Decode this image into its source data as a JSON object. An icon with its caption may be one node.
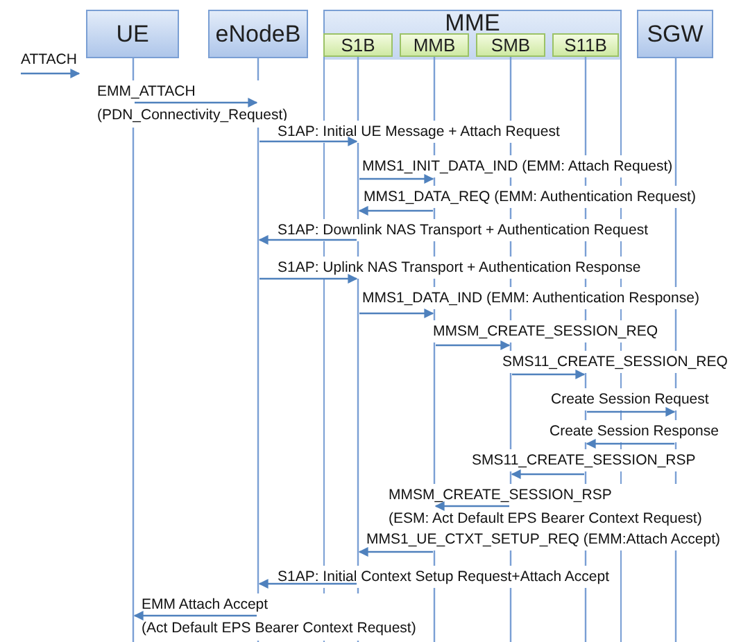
{
  "diagram": {
    "nodes": [
      {
        "text": [
          "UE"
        ]
      },
      {
        "text": [
          "eNodeB"
        ]
      },
      {
        "text": [
          "MME"
        ]
      },
      {
        "text": [
          "S1B"
        ],
        "in": 2
      },
      {
        "text": [
          "MMB"
        ],
        "in": 2
      },
      {
        "text": [
          "SMB"
        ],
        "in": 2
      },
      {
        "text": [
          "S11B"
        ],
        "in": 2
      },
      {
        "text": [
          "SGW"
        ]
      }
    ],
    "edges": [
      {
        "from": null,
        "to": 0,
        "arrow": "to",
        "label": "ATTACH"
      },
      {
        "from": 0,
        "to": 1,
        "arrow": "to",
        "label": "EMM_ATTACH (PDN_Connectivity_Request)"
      },
      {
        "from": 1,
        "to": 3,
        "arrow": "to",
        "label": "S1AP: Initial UE Message + Attach Request"
      },
      {
        "from": 3,
        "to": 4,
        "arrow": "to",
        "label": "MMS1_INIT_DATA_IND (EMM: Attach Request)"
      },
      {
        "from": 4,
        "to": 3,
        "arrow": "to",
        "label": "MMS1_DATA_REQ (EMM: Authentication Request)"
      },
      {
        "from": 3,
        "to": 1,
        "arrow": "to",
        "label": "S1AP: Downlink NAS Transport + Authentication Request"
      },
      {
        "from": 1,
        "to": 3,
        "arrow": "to",
        "label": "S1AP: Uplink NAS Transport + Authentication Response"
      },
      {
        "from": 3,
        "to": 4,
        "arrow": "to",
        "label": "MMS1_DATA_IND (EMM: Authentication Response)"
      },
      {
        "from": 4,
        "to": 5,
        "arrow": "to",
        "label": "MMSM_CREATE_SESSION_REQ"
      },
      {
        "from": 5,
        "to": 6,
        "arrow": "to",
        "label": "SMS11_CREATE_SESSION_REQ"
      },
      {
        "from": 6,
        "to": 7,
        "arrow": "to",
        "label": "Create Session Request"
      },
      {
        "from": 7,
        "to": 6,
        "arrow": "to",
        "label": "Create Session Response"
      },
      {
        "from": 6,
        "to": 5,
        "arrow": "to",
        "label": "SMS11_CREATE_SESSION_RSP"
      },
      {
        "from": 5,
        "to": 4,
        "arrow": "to",
        "label": "MMSM_CREATE_SESSION_RSP (ESM: Act Default EPS Bearer Context Request)"
      },
      {
        "from": 4,
        "to": 3,
        "arrow": "to",
        "label": "MMS1_UE_CTXT_SETUP_REQ (EMM:Attach Accept)"
      },
      {
        "from": 3,
        "to": 1,
        "arrow": "to",
        "label": "S1AP: Initial Context Setup Request+Attach Accept"
      },
      {
        "from": 1,
        "to": 0,
        "arrow": "to",
        "label": "EMM Attach Accept (Act Default EPS Bearer Context Request)"
      }
    ]
  }
}
